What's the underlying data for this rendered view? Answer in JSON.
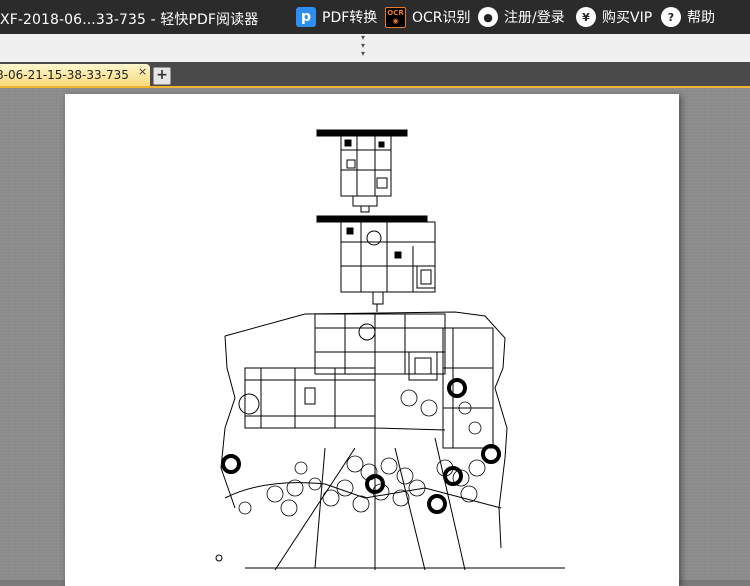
{
  "window": {
    "title": "XF-2018-06...33-735  - 轻快PDF阅读器"
  },
  "menu": {
    "pdf_convert": "PDF转换",
    "ocr": "OCR识别",
    "ocr_icon_text": "OCR",
    "register_login": "注册/登录",
    "buy_vip": "购买VIP",
    "help": "帮助"
  },
  "icons": {
    "pdf_convert": "pdf-convert-icon",
    "ocr": "ocr-icon",
    "user": "user-icon",
    "yen": "yen-icon",
    "help": "question-icon"
  },
  "tabs": [
    {
      "label": "8-06-21-15-38-33-735",
      "close": "×"
    }
  ],
  "tab_add": "+",
  "colors": {
    "titlebar": "#2b2b2b",
    "tab_active": "#f7d97a",
    "tab_border": "#f0b433",
    "pdf_icon": "#2e8ff0",
    "ocr_icon": "#e67a2c"
  }
}
